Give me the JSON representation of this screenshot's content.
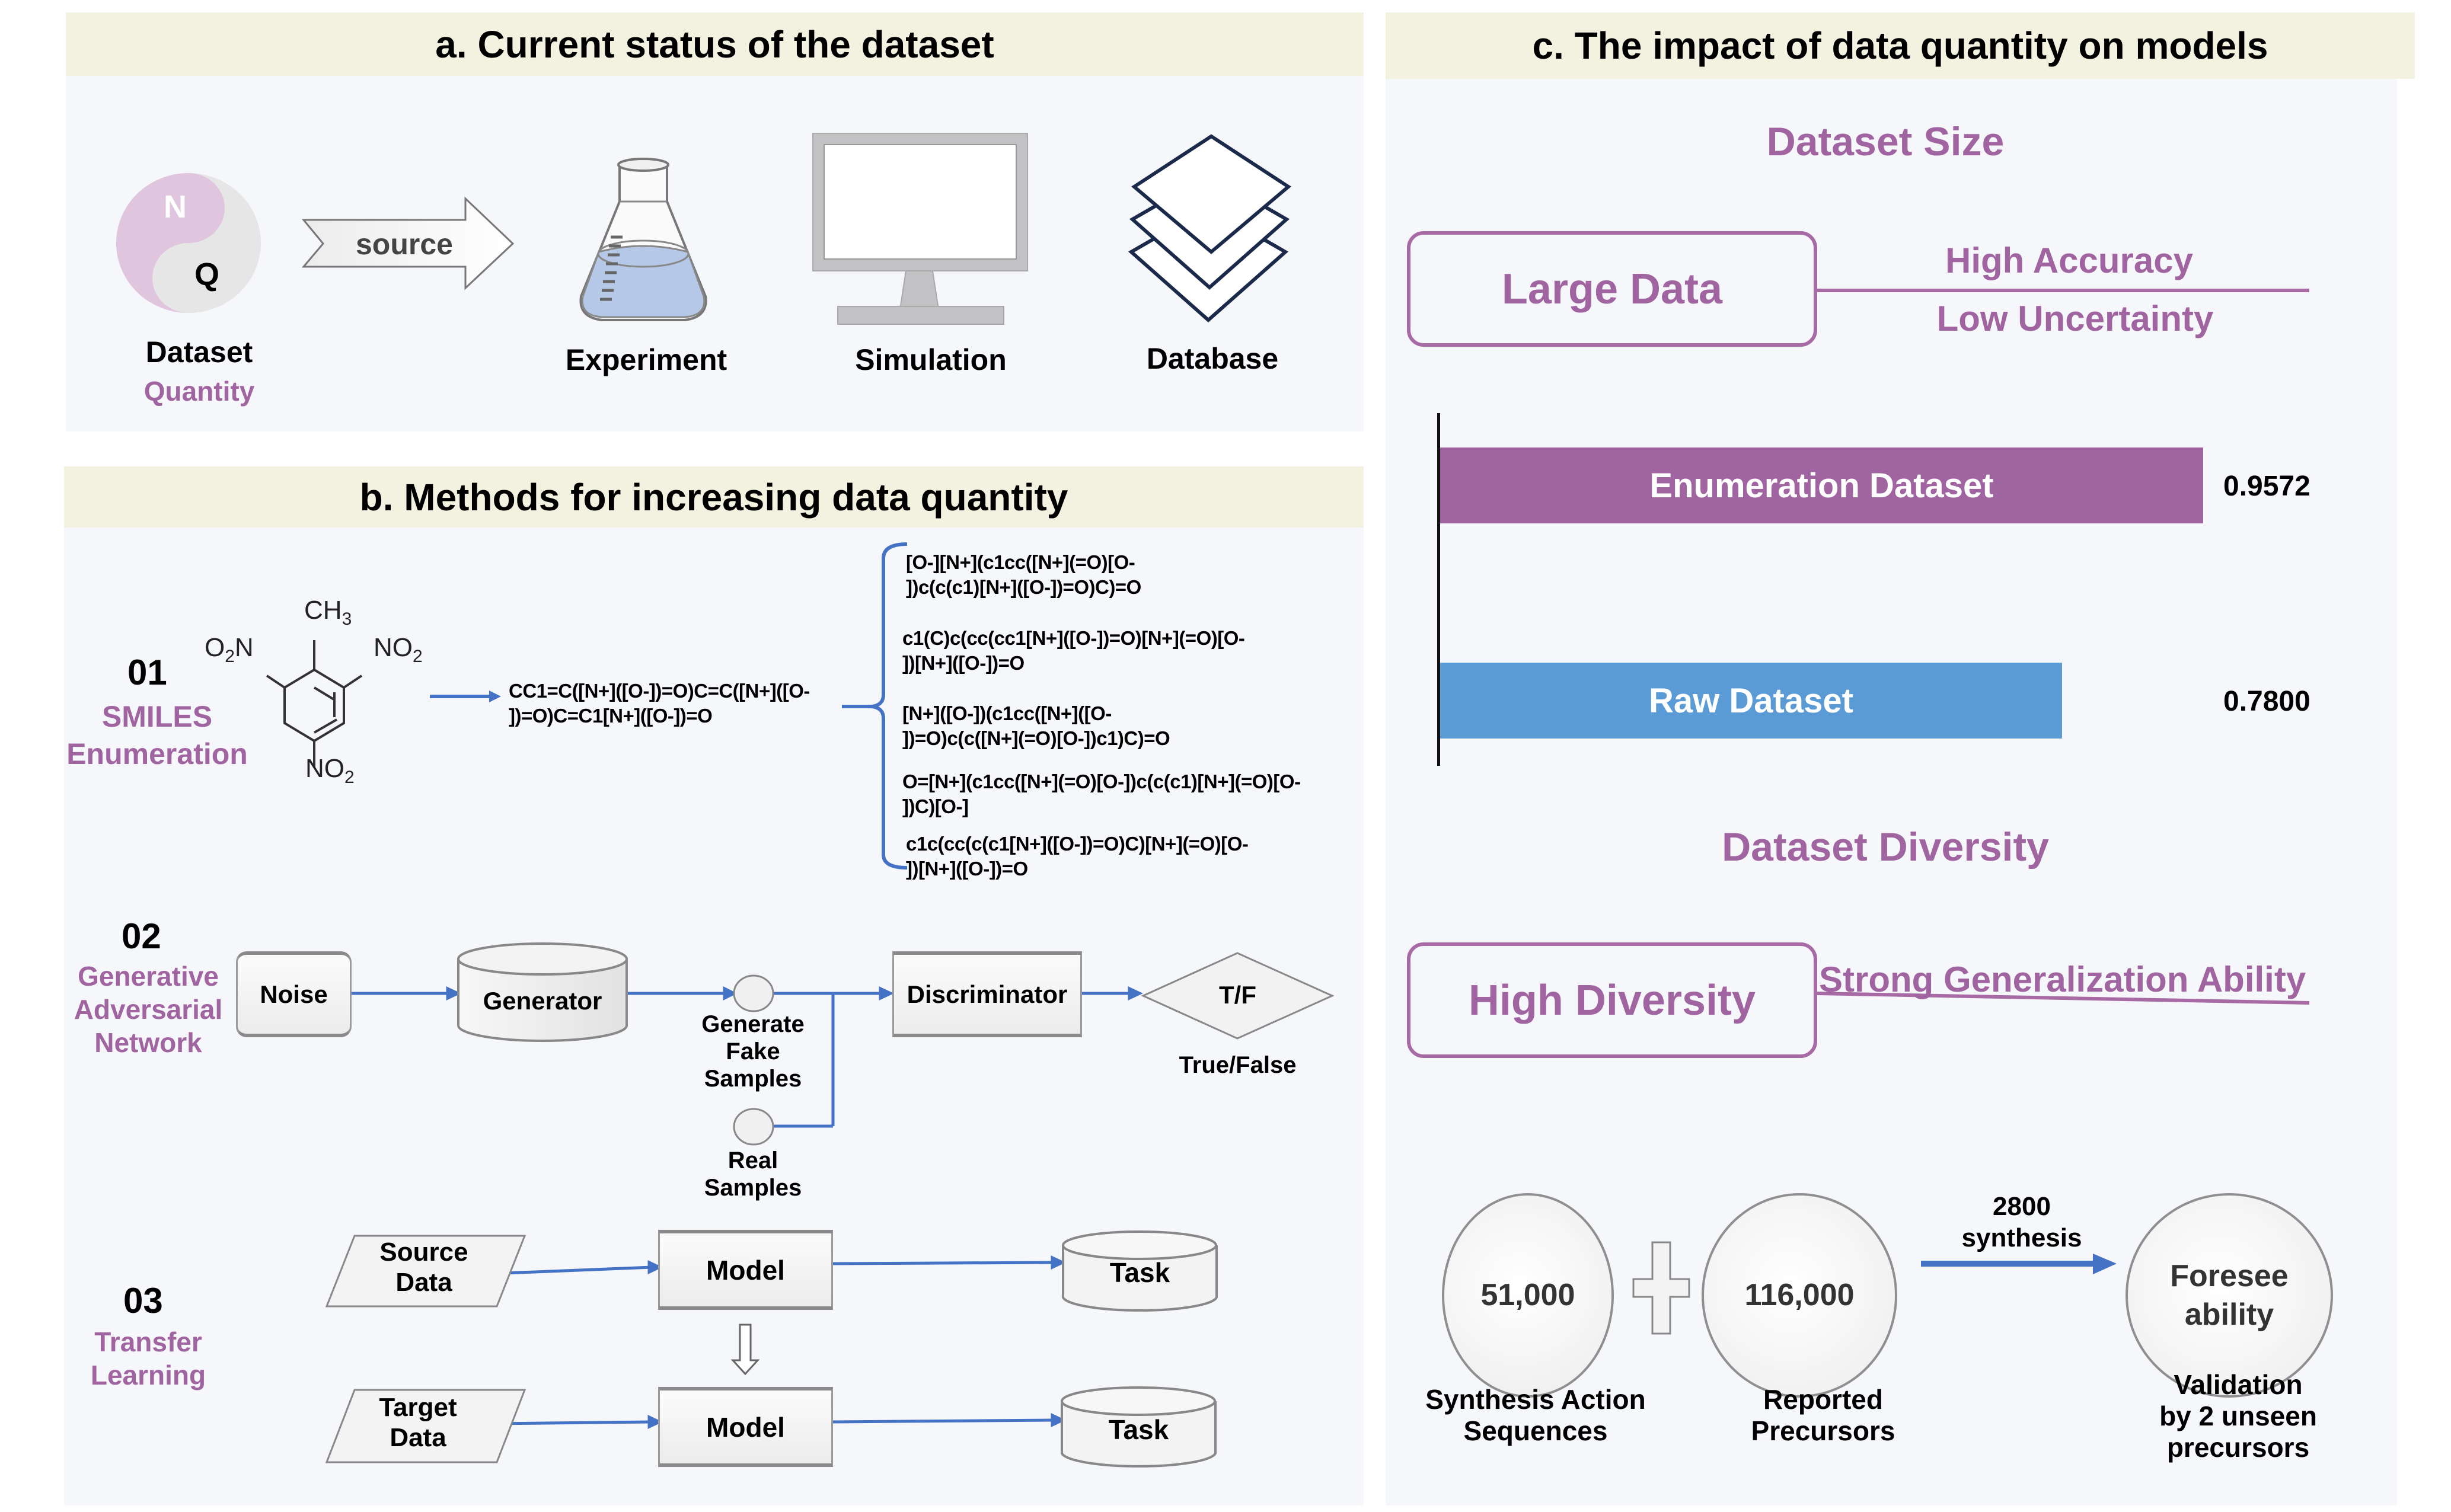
{
  "panel_a": {
    "title": "a. Current status of the dataset",
    "dataset_icon": {
      "top_letter": "N",
      "bottom_letter": "Q"
    },
    "dataset_label": "Dataset",
    "quantity_label": "Quantity",
    "source_arrow_label": "source",
    "sources": [
      {
        "label": "Experiment",
        "icon": "flask-icon"
      },
      {
        "label": "Simulation",
        "icon": "monitor-icon"
      },
      {
        "label": "Database",
        "icon": "layers-icon"
      }
    ]
  },
  "panel_b": {
    "title": "b. Methods for increasing data quantity",
    "method1": {
      "number": "01",
      "name_line1": "SMILES",
      "name_line2": "Enumeration",
      "molecule": {
        "ch3": "CH",
        "ch3_sub": "3",
        "left_group": "O",
        "left_sub": "2",
        "left_n": "N",
        "right_group": "NO",
        "right_sub": "2",
        "bottom_group": "NO",
        "bottom_sub": "2"
      },
      "input_smiles": "CC1=C([N+]([O-])=O)C=C([N+]([O-\n])=O)C=C1[N+]([O-])=O",
      "enumerated_smiles": [
        "[O-][N+](c1cc([N+](=O)[O-\n])c(c(c1)[N+]([O-])=O)C)=O",
        "c1(C)c(cc(cc1[N+]([O-])=O)[N+](=O)[O-\n])[N+]([O-])=O",
        "[N+]([O-])(c1cc([N+]([O-\n])=O)c(c([N+](=O)[O-])c1)C)=O",
        "O=[N+](c1cc([N+](=O)[O-])c(c(c1)[N+](=O)[O-\n])C)[O-]",
        "c1c(cc(c(c1[N+]([O-])=O)C)[N+](=O)[O-\n])[N+]([O-])=O"
      ]
    },
    "method2": {
      "number": "02",
      "name_line1": "Generative",
      "name_line2": "Adversarial",
      "name_line3": "Network",
      "noise": "Noise",
      "generator": "Generator",
      "fake_samples": "Generate\nFake\nSamples",
      "real_samples": "Real\nSamples",
      "discriminator": "Discriminator",
      "decision": "T/F",
      "decision_label": "True/False"
    },
    "method3": {
      "number": "03",
      "name_line1": "Transfer",
      "name_line2": "Learning",
      "source_data": "Source\nData",
      "target_data": "Target\nData",
      "model_top": "Model",
      "model_bottom": "Model",
      "task_top": "Task",
      "task_bottom": "Task"
    }
  },
  "panel_c": {
    "title": "c. The impact of data quantity on models",
    "size_heading": "Dataset Size",
    "large_data": "Large Data",
    "high_accuracy": "High Accuracy",
    "low_uncertainty": "Low Uncertainty",
    "diversity_heading": "Dataset Diversity",
    "high_diversity": "High Diversity",
    "generalization": "Strong Generalization Ability",
    "example": {
      "circle1_value": "51,000",
      "circle1_caption": "Synthesis Action\nSequences",
      "circle2_value": "116,000",
      "circle2_caption": "Reported\nPrecursors",
      "arrow_label": "2800\nsynthesis",
      "circle3_value": "Foresee\nability",
      "circle3_caption": "Validation\nby 2 unseen\nprecursors"
    }
  },
  "colors": {
    "accent_purple": "#a064a0",
    "bar_purple": "#a064a0",
    "bar_blue": "#5b9bd5",
    "arrow_blue": "#4472c4",
    "header_bg": "#f3f1df",
    "panel_bg": "#f6f7fb"
  },
  "chart_data": {
    "type": "bar",
    "orientation": "horizontal",
    "categories": [
      "Enumeration Dataset",
      "Raw Dataset"
    ],
    "values": [
      0.9572,
      0.78
    ],
    "value_labels": [
      "0.9572",
      "0.7800"
    ],
    "colors": [
      "#a064a0",
      "#5b9bd5"
    ],
    "title": "",
    "xlabel": "",
    "ylabel": "",
    "xlim": [
      0,
      1.0
    ],
    "grid": false,
    "legend": "none"
  }
}
